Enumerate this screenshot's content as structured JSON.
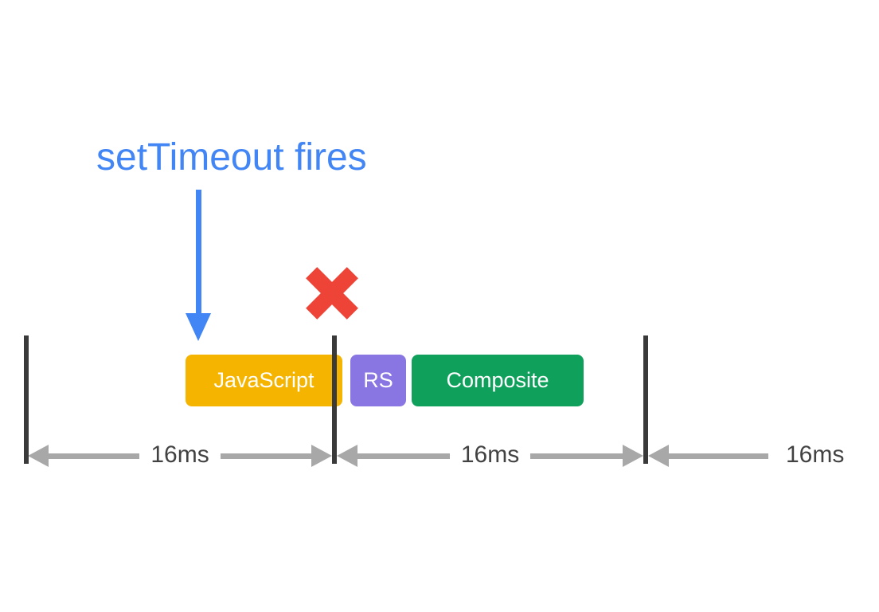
{
  "diagram": {
    "title": "setTimeout fires",
    "blocks": [
      {
        "label": "JavaScript",
        "color": "#F5B400"
      },
      {
        "label": "RS",
        "color": "#8A76E2"
      },
      {
        "label": "Composite",
        "color": "#0FA05C"
      }
    ],
    "measurements": [
      {
        "label": "16ms"
      },
      {
        "label": "16ms"
      },
      {
        "label": "16ms"
      }
    ],
    "icons": {
      "down_arrow": "down-arrow-icon",
      "x_mark": "x-mark-icon"
    },
    "colors": {
      "background": "#FFFFFF",
      "title_blue": "#4285F4",
      "arrow_blue": "#4285F4",
      "x_red": "#EE4437",
      "frame_tick_dark": "#3A3A3A",
      "measure_arrow_gray": "#A8A8A8",
      "measure_label_gray": "#424242",
      "block_text_white": "#FFFFFF"
    }
  }
}
